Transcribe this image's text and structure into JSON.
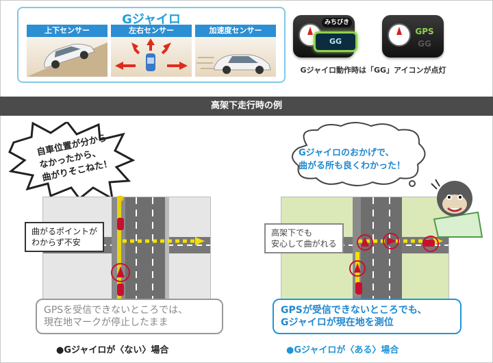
{
  "gyro": {
    "title": "Gジャイロ",
    "sensors": [
      {
        "label": "上下センサー"
      },
      {
        "label": "左右センサー"
      },
      {
        "label": "加速度センサー"
      }
    ]
  },
  "devices": {
    "left": {
      "top_label": "みちびき",
      "badge": "GG"
    },
    "right": {
      "top_label": "GPS",
      "badge": "GG"
    },
    "caption": "Gジャイロ動作時は「GG」アイコンが点灯"
  },
  "section": {
    "title": "高架下走行時の例"
  },
  "left_case": {
    "bubble": [
      "自車位置が分から",
      "なかったから、",
      "曲がりそこねた！"
    ],
    "callout": [
      "曲がるポイントが",
      "わからず不安"
    ],
    "question_mark": "?",
    "notice": [
      "GPSを受信できないところでは、",
      "現在地マークが停止したまま"
    ],
    "footer": "●Gジャイロが〈ない〉場合"
  },
  "right_case": {
    "bubble": [
      "Gジャイロのおかげで、",
      "曲がる所も良くわかった！"
    ],
    "callout": [
      "高架下でも",
      "安心して曲がれる"
    ],
    "notice": [
      "GPSが受信できないところでも、",
      "Gジャイロが現在地を測位"
    ],
    "footer": "●Gジャイロが〈ある〉場合"
  },
  "colors": {
    "accent_blue": "#1fa0d8",
    "sensor_header": "#2c8fd3",
    "section_bar": "#4b4b4b",
    "gg_green": "#8fd14f",
    "marker_red": "#d82020",
    "path_yellow": "#f5e100"
  }
}
